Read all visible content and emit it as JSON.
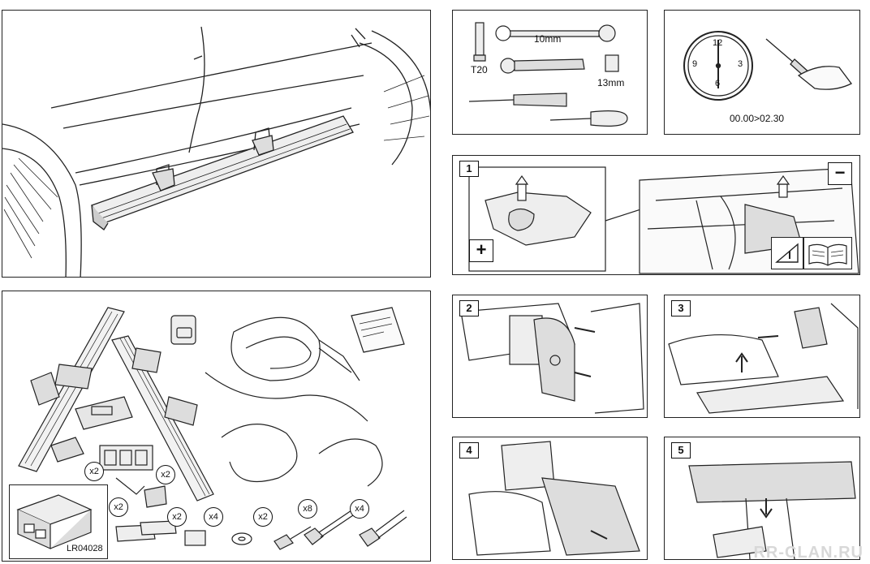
{
  "panels": {
    "tools": {
      "labels": {
        "wrench": "10mm",
        "bit": "T20",
        "socket": "13mm"
      }
    },
    "time": {
      "clock_numbers": {
        "twelve": "12",
        "three": "3",
        "six": "6",
        "nine": "9"
      },
      "duration": "00.00>02.30"
    },
    "step1": {
      "number": "1",
      "plus": "+",
      "minus": "−"
    },
    "step2": {
      "number": "2"
    },
    "step3": {
      "number": "3"
    },
    "step4": {
      "number": "4"
    },
    "step5": {
      "number": "5"
    },
    "kit": {
      "quantities": {
        "brackets": "x2",
        "clips": "x2",
        "pads": "x2",
        "strips": "x2",
        "washers": "x4",
        "screws": "x2",
        "bolts_small": "x8",
        "bolts_large": "x4"
      },
      "reference": "LR04028"
    }
  },
  "watermark": "RR-CLAN.RU"
}
